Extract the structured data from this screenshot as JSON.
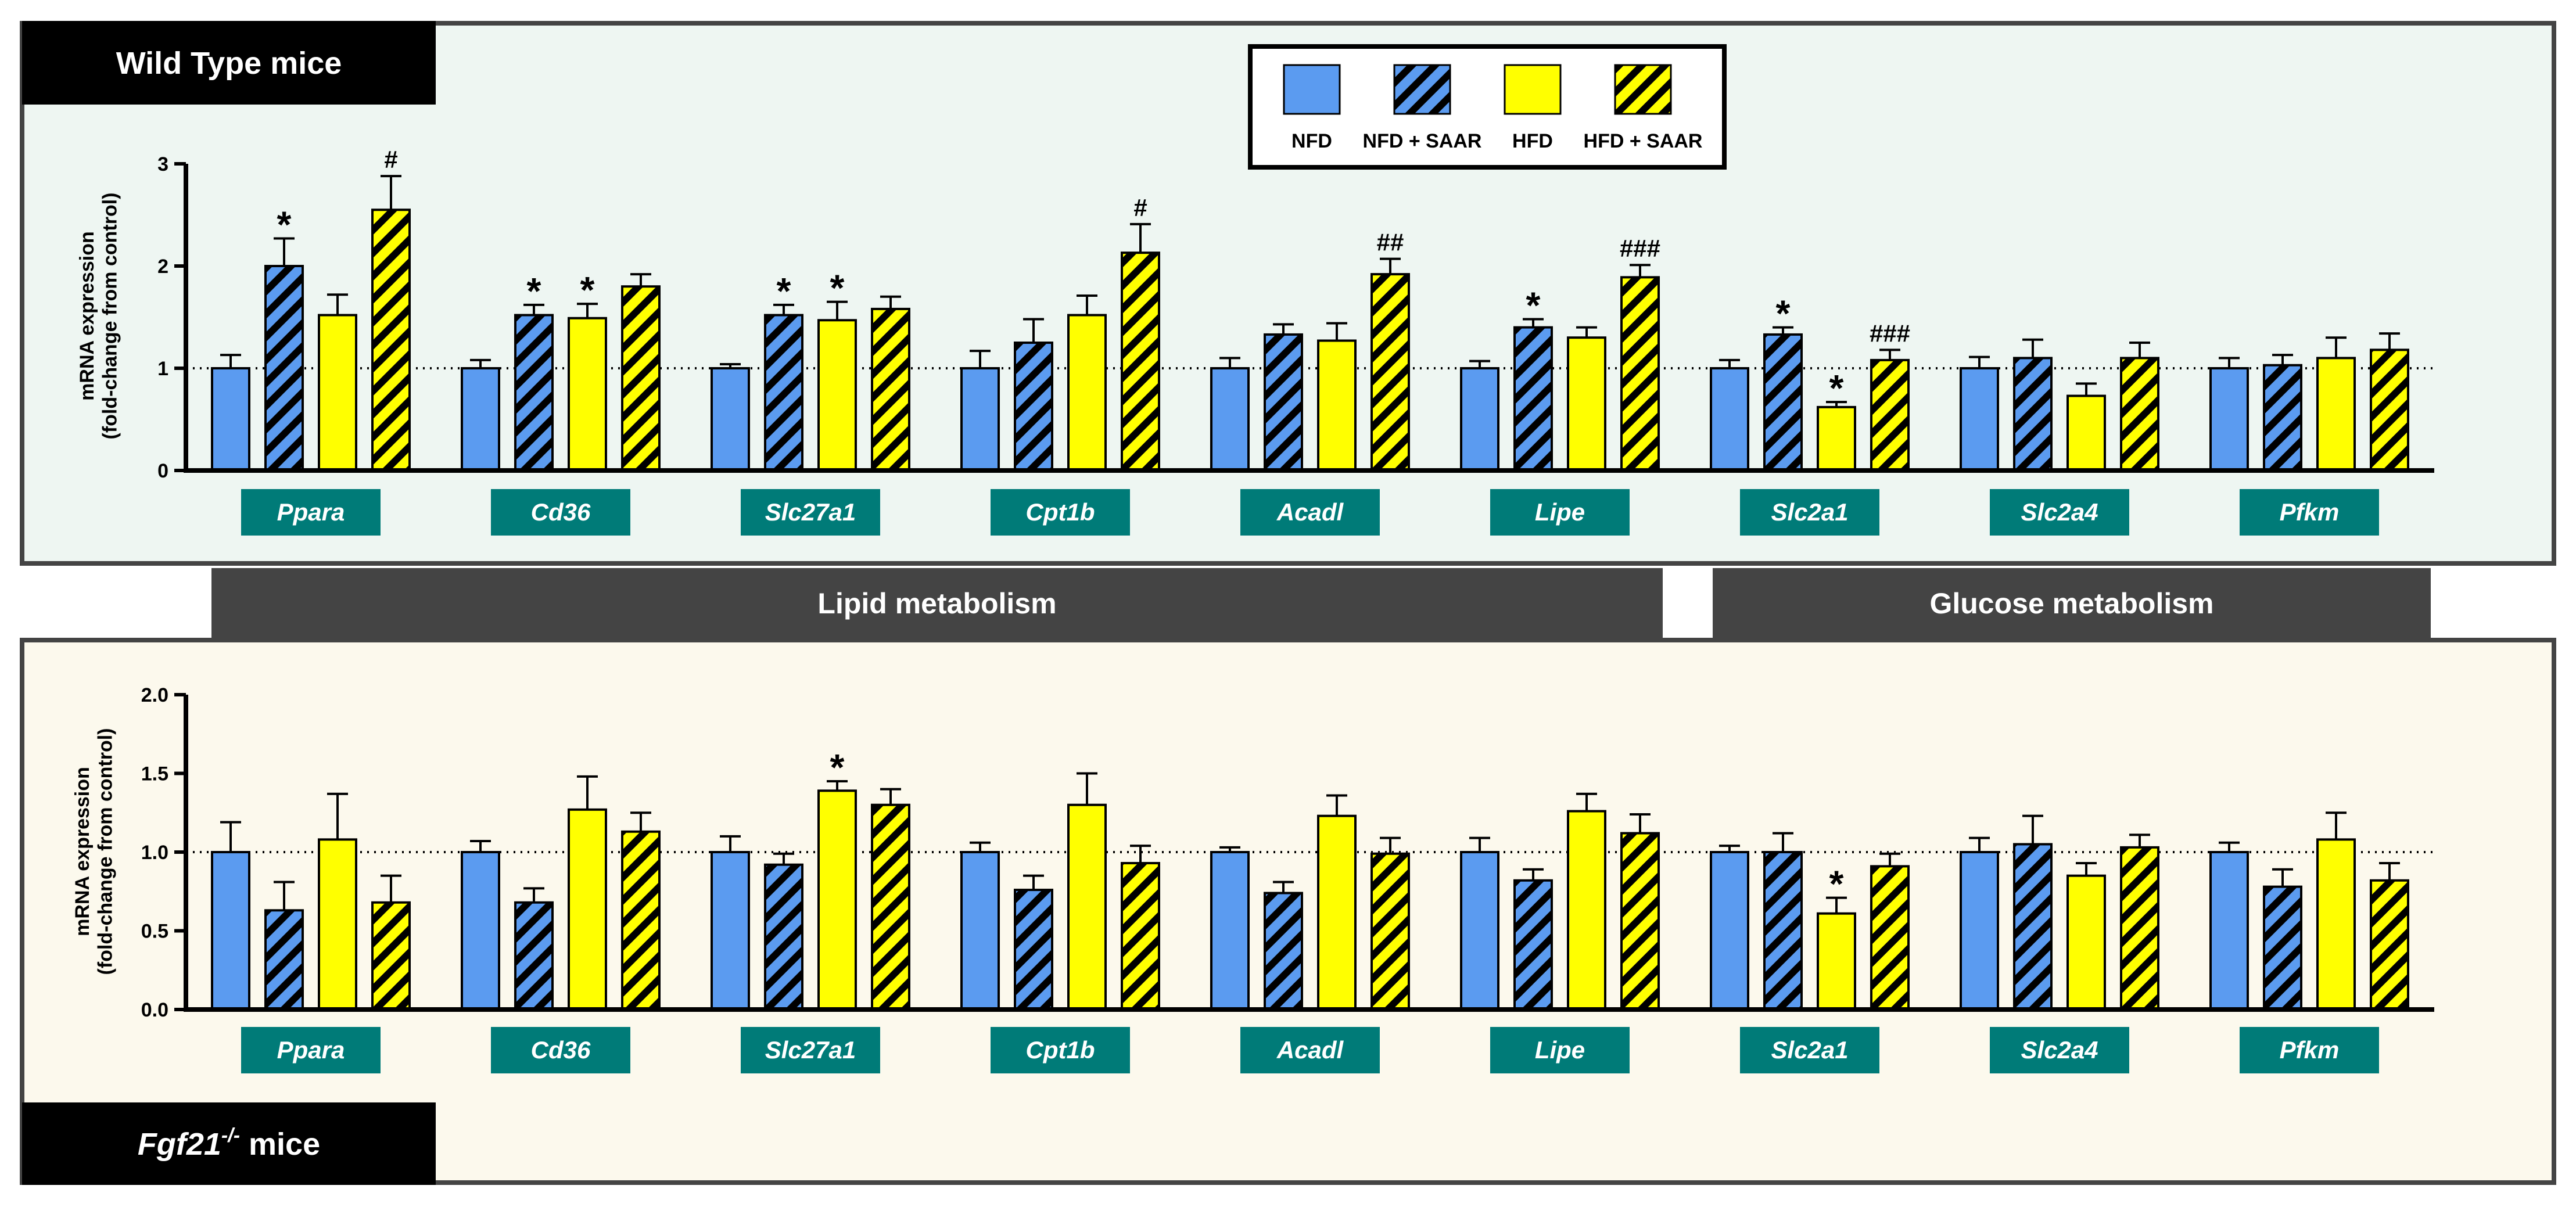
{
  "colors": {
    "nfd": "#5b9bf0",
    "hfd": "#ffff00",
    "label_box": "#007b78",
    "label_text": "#ffffff",
    "wt_panel_bg": "#eef6f2",
    "ko_panel_bg": "#fcf9ed",
    "panel_border": "#444444",
    "header_bg": "#000000",
    "group_banner": "#444444"
  },
  "legend": {
    "items": [
      {
        "label": "NFD",
        "fill": "nfd",
        "hatch": false
      },
      {
        "label": "NFD + SAAR",
        "fill": "nfd",
        "hatch": true
      },
      {
        "label": "HFD",
        "fill": "hfd",
        "hatch": false
      },
      {
        "label": "HFD + SAAR",
        "fill": "hfd",
        "hatch": true
      }
    ]
  },
  "banners": {
    "lipid": "Lipid metabolism",
    "glucose": "Glucose metabolism"
  },
  "chart_data": [
    {
      "type": "bar",
      "panel": "wild_type",
      "header": {
        "text": "Wild Type mice",
        "superscript": "",
        "suffix": ""
      },
      "ylabel_line1": "mRNA expression",
      "ylabel_line2": "(fold-change from control)",
      "ylim": [
        0,
        3
      ],
      "yticks": [
        0,
        1,
        2,
        3
      ],
      "ytick_labels": [
        "0",
        "1",
        "2",
        "3"
      ],
      "reference_line": 1,
      "categories": [
        "Ppara",
        "Cd36",
        "Slc27a1",
        "Cpt1b",
        "Acadl",
        "Lipe",
        "Slc2a1",
        "Slc2a4",
        "Pfkm"
      ],
      "series": [
        {
          "name": "NFD",
          "values": [
            1.0,
            1.0,
            1.0,
            1.0,
            1.0,
            1.0,
            1.0,
            1.0,
            1.0
          ],
          "err": [
            0.13,
            0.08,
            0.04,
            0.17,
            0.1,
            0.07,
            0.08,
            0.11,
            0.1
          ]
        },
        {
          "name": "NFD + SAAR",
          "values": [
            2.0,
            1.52,
            1.52,
            1.25,
            1.33,
            1.4,
            1.33,
            1.1,
            1.03
          ],
          "err": [
            0.27,
            0.1,
            0.1,
            0.23,
            0.1,
            0.08,
            0.07,
            0.18,
            0.1
          ]
        },
        {
          "name": "HFD",
          "values": [
            1.52,
            1.49,
            1.47,
            1.52,
            1.27,
            1.3,
            0.62,
            0.73,
            1.1
          ],
          "err": [
            0.2,
            0.14,
            0.18,
            0.19,
            0.17,
            0.1,
            0.05,
            0.12,
            0.2
          ]
        },
        {
          "name": "HFD + SAAR",
          "values": [
            2.55,
            1.8,
            1.58,
            2.13,
            1.92,
            1.89,
            1.08,
            1.1,
            1.18
          ],
          "err": [
            0.33,
            0.12,
            0.12,
            0.28,
            0.15,
            0.12,
            0.1,
            0.15,
            0.16
          ]
        }
      ],
      "annotations": [
        {
          "category": 0,
          "series": 1,
          "text": "*"
        },
        {
          "category": 0,
          "series": 3,
          "text": "#"
        },
        {
          "category": 1,
          "series": 1,
          "text": "*"
        },
        {
          "category": 1,
          "series": 2,
          "text": "*"
        },
        {
          "category": 2,
          "series": 1,
          "text": "*"
        },
        {
          "category": 2,
          "series": 2,
          "text": "*"
        },
        {
          "category": 3,
          "series": 3,
          "text": "#"
        },
        {
          "category": 4,
          "series": 3,
          "text": "##"
        },
        {
          "category": 5,
          "series": 1,
          "text": "*"
        },
        {
          "category": 5,
          "series": 3,
          "text": "###"
        },
        {
          "category": 6,
          "series": 1,
          "text": "*"
        },
        {
          "category": 6,
          "series": 2,
          "text": "*"
        },
        {
          "category": 6,
          "series": 3,
          "text": "###"
        }
      ]
    },
    {
      "type": "bar",
      "panel": "fgf21_knockout",
      "header": {
        "text": "Fgf21",
        "superscript": "-/-",
        "suffix": " mice"
      },
      "ylabel_line1": "mRNA expression",
      "ylabel_line2": "(fold-change from control)",
      "ylim": [
        0,
        2
      ],
      "yticks": [
        0,
        0.5,
        1,
        1.5,
        2
      ],
      "ytick_labels": [
        "0.0",
        "0.5",
        "1.0",
        "1.5",
        "2.0"
      ],
      "reference_line": 1,
      "categories": [
        "Ppara",
        "Cd36",
        "Slc27a1",
        "Cpt1b",
        "Acadl",
        "Lipe",
        "Slc2a1",
        "Slc2a4",
        "Pfkm"
      ],
      "series": [
        {
          "name": "NFD",
          "values": [
            1.0,
            1.0,
            1.0,
            1.0,
            1.0,
            1.0,
            1.0,
            1.0,
            1.0
          ],
          "err": [
            0.19,
            0.07,
            0.1,
            0.06,
            0.03,
            0.09,
            0.04,
            0.09,
            0.06
          ]
        },
        {
          "name": "NFD + SAAR",
          "values": [
            0.63,
            0.68,
            0.92,
            0.76,
            0.74,
            0.82,
            1.0,
            1.05,
            0.78
          ],
          "err": [
            0.18,
            0.09,
            0.07,
            0.09,
            0.07,
            0.07,
            0.12,
            0.18,
            0.11
          ]
        },
        {
          "name": "HFD",
          "values": [
            1.08,
            1.27,
            1.39,
            1.3,
            1.23,
            1.26,
            0.61,
            0.85,
            1.08
          ],
          "err": [
            0.29,
            0.21,
            0.06,
            0.2,
            0.13,
            0.11,
            0.1,
            0.08,
            0.17
          ]
        },
        {
          "name": "HFD + SAAR",
          "values": [
            0.68,
            1.13,
            1.3,
            0.93,
            0.99,
            1.12,
            0.91,
            1.03,
            0.82
          ],
          "err": [
            0.17,
            0.12,
            0.1,
            0.11,
            0.1,
            0.12,
            0.08,
            0.08,
            0.11
          ]
        }
      ],
      "annotations": [
        {
          "category": 2,
          "series": 2,
          "text": "*"
        },
        {
          "category": 6,
          "series": 2,
          "text": "*"
        }
      ]
    }
  ]
}
